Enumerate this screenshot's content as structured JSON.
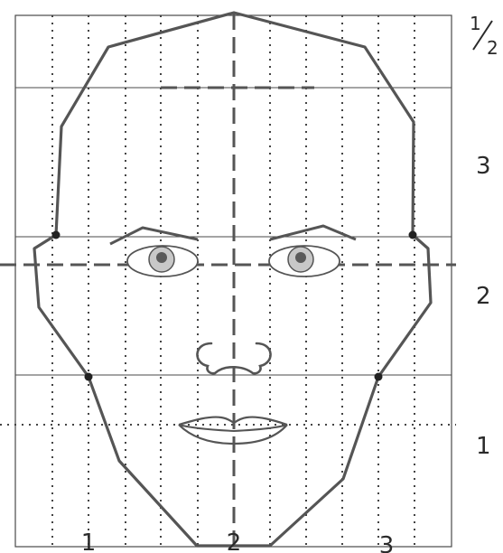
{
  "figure": {
    "row_labels": {
      "half": {
        "numerator": "1",
        "denominator": "2"
      },
      "three": "3",
      "two": "2",
      "one": "1"
    },
    "column_labels": {
      "one": "1",
      "two": "2",
      "three": "3"
    }
  },
  "colors": {
    "outline": "#555555",
    "grid": "#4a4a4a",
    "iris": "#c8c8c8",
    "pupil": "#5a5a5a"
  }
}
